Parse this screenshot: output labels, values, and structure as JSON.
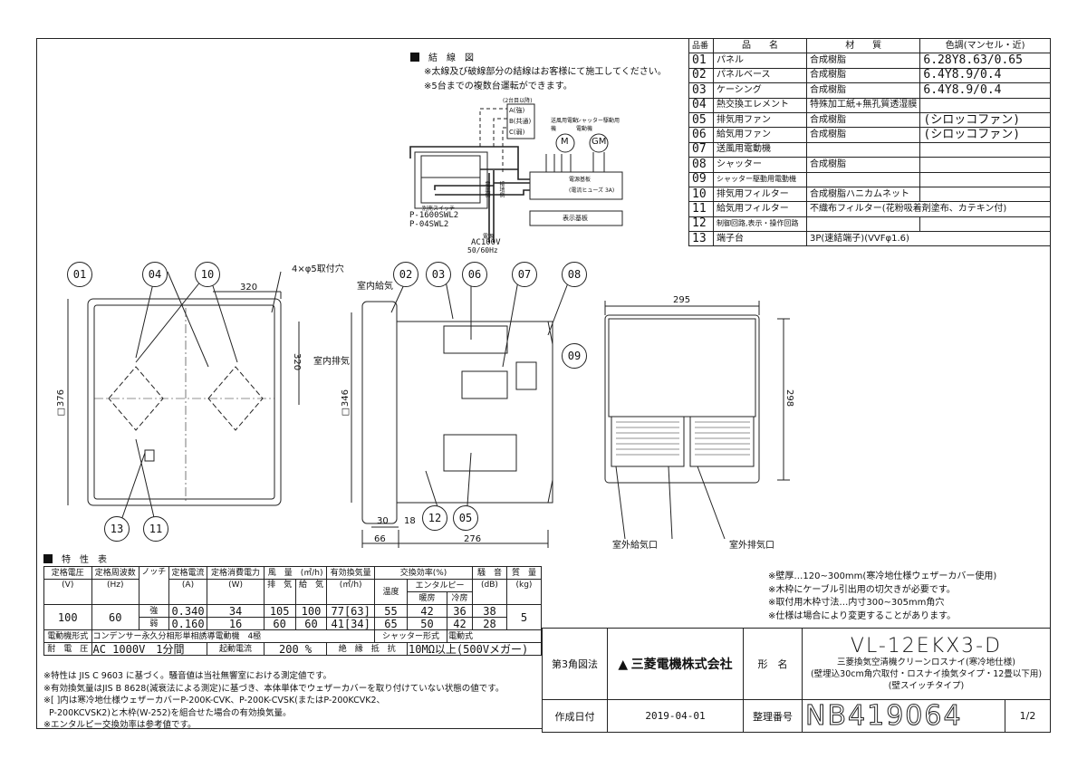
{
  "wiring": {
    "heading": "結　線　図",
    "note1": "※太線及び破線部分の結線はお客様にて施工してください。",
    "note2": "※5台までの複数台運転ができます。",
    "second_unit": "(2台目以降)",
    "terminals": [
      "A(強)",
      "B(共通)",
      "C(弱)"
    ],
    "motor_label": "送風用電動機",
    "shutter_motor_label": "シャッター駆動用電動機",
    "motor_m": "M",
    "motor_gm": "GM",
    "board": "電源基板",
    "fuse": "(電流ヒューズ 3A)",
    "display_board": "表示基板",
    "switch_label": "別売スイッチ",
    "switch_models": [
      "P-1600SWL2",
      "P-04SWL2"
    ],
    "power": "電源",
    "power_spec": "AC100V",
    "power_freq": "50/60Hz",
    "voltage_side": "電圧側",
    "ground_side": "接地側"
  },
  "parts": {
    "headers": [
      "品番",
      "品　　名",
      "材　　質",
      "色調(マンセル・近)"
    ],
    "rows": [
      {
        "no": "01",
        "name": "パネル",
        "material": "合成樹脂",
        "color": "6.28Y8.63/0.65"
      },
      {
        "no": "02",
        "name": "パネルベース",
        "material": "合成樹脂",
        "color": "6.4Y8.9/0.4"
      },
      {
        "no": "03",
        "name": "ケーシング",
        "material": "合成樹脂",
        "color": "6.4Y8.9/0.4"
      },
      {
        "no": "04",
        "name": "熱交換エレメント",
        "material": "特殊加工紙+無孔質透湿膜",
        "color": ""
      },
      {
        "no": "05",
        "name": "排気用ファン",
        "material": "合成樹脂",
        "color": "(シロッコファン)"
      },
      {
        "no": "06",
        "name": "給気用ファン",
        "material": "合成樹脂",
        "color": "(シロッコファン)"
      },
      {
        "no": "07",
        "name": "送風用電動機",
        "material": "",
        "color": ""
      },
      {
        "no": "08",
        "name": "シャッター",
        "material": "合成樹脂",
        "color": ""
      },
      {
        "no": "09",
        "name": "シャッター駆動用電動機",
        "material": "",
        "color": ""
      },
      {
        "no": "10",
        "name": "排気用フィルター",
        "material": "合成樹脂ハニカムネット",
        "color": ""
      },
      {
        "no": "11",
        "name": "給気用フィルター",
        "material": "不織布フィルター(花粉吸着剤塗布、カテキン付)",
        "color": ""
      },
      {
        "no": "12",
        "name": "制御回路,表示・操作回路",
        "material": "",
        "color": ""
      },
      {
        "no": "13",
        "name": "端子台",
        "material": "3P(速結端子)(VVFφ1.6)",
        "color": ""
      }
    ]
  },
  "drawing": {
    "balloons": [
      "01",
      "04",
      "10",
      "02",
      "03",
      "06",
      "07",
      "08",
      "09",
      "13",
      "11",
      "12",
      "05"
    ],
    "mount_holes": "4×φ5取付穴",
    "dim_320a": "320",
    "dim_320b": "320",
    "dim_376": "□376",
    "dim_346": "□346",
    "indoor_supply": "室内給気",
    "indoor_exhaust": "室内排気",
    "dim_30": "30",
    "dim_18": "18",
    "dim_66": "66",
    "dim_276": "276",
    "dim_295": "295",
    "dim_298": "298",
    "outdoor_supply": "室外給気口",
    "outdoor_exhaust": "室外排気口"
  },
  "spec": {
    "heading": "特　性　表",
    "h": {
      "voltage": "定格電圧",
      "voltage_u": "(V)",
      "freq": "定格周波数",
      "freq_u": "(Hz)",
      "notch": "ノッチ",
      "current": "定格電流",
      "current_u": "(A)",
      "power": "定格消費電力",
      "power_u": "(W)",
      "airflow": "風　量　(㎥/h)",
      "exhaust": "排　気",
      "supply": "給　気",
      "effective": "有効換気量",
      "effective_u": "(㎥/h)",
      "eff": "交換効率(%)",
      "temp": "温度",
      "enthalpy": "エンタルピー",
      "heating": "暖房",
      "cooling": "冷房",
      "noise": "騒　音",
      "noise_u": "(dB)",
      "mass": "質　量",
      "mass_u": "(kg)"
    },
    "voltage": "100",
    "freq": "60",
    "mass": "5",
    "rows": [
      {
        "notch": "強",
        "current": "0.340",
        "power": "34",
        "exhaust": "105",
        "supply": "100",
        "effective": "77[63]",
        "temp": "55",
        "heat": "42",
        "cool": "36",
        "noise": "38"
      },
      {
        "notch": "弱",
        "current": "0.160",
        "power": "16",
        "exhaust": "60",
        "supply": "60",
        "effective": "41[34]",
        "temp": "65",
        "heat": "50",
        "cool": "42",
        "noise": "28"
      }
    ],
    "motor_type_label": "電動機形式",
    "motor_type": "コンデンサー永久分相形単相誘導電動機　4極",
    "shutter_type_label": "シャッター形式",
    "shutter_type": "電動式",
    "withstand_label": "耐　電　圧",
    "withstand": "AC 1000V　1分間",
    "start_current_label": "起動電流",
    "start_current": "200 %",
    "insulation_label": "絶　縁　抵　抗",
    "insulation": "10MΩ以上(500Vメガー)"
  },
  "spec_notes": [
    "※特性は JIS C 9603 に基づく。騒音値は当社無響室における測定値です。",
    "※有効換気量はJIS B 8628(減衰法による測定)に基づき、本体単体でウェザーカバーを取り付けていない状態の値です。",
    "※[ ]内は寒冷地仕様ウェザーカバーP-200K-CVK、P-200K-CVSK(またはP-200KCVK2、",
    "  P-200KCVSK2)と木枠(W-252)を組合せた場合の有効換気量。",
    "※エンタルピー交換効率は参考値です。"
  ],
  "install_notes": [
    "※壁厚…120~300mm(寒冷地仕様ウェザーカバー使用)",
    "※木枠にケーブル引出用の切欠きが必要です。",
    "※取付用木枠寸法…内寸300~305mm角穴",
    "※仕様は場合により変更することがあります。"
  ],
  "title_block": {
    "projection": "第3角図法",
    "company": "三菱電機株式会社",
    "model_label": "形　名",
    "model": "VL-12EKX3-D",
    "desc1": "三菱換気空清機クリーンロスナイ(寒冷地仕様)",
    "desc2": "(壁埋込30cm角穴取付・ロスナイ換気タイプ・12畳以下用)",
    "desc3": "(壁スイッチタイプ)",
    "date_label": "作成日付",
    "date": "2019-04-01",
    "docno_label": "整理番号",
    "docno": "NB419064",
    "page": "1/2"
  }
}
